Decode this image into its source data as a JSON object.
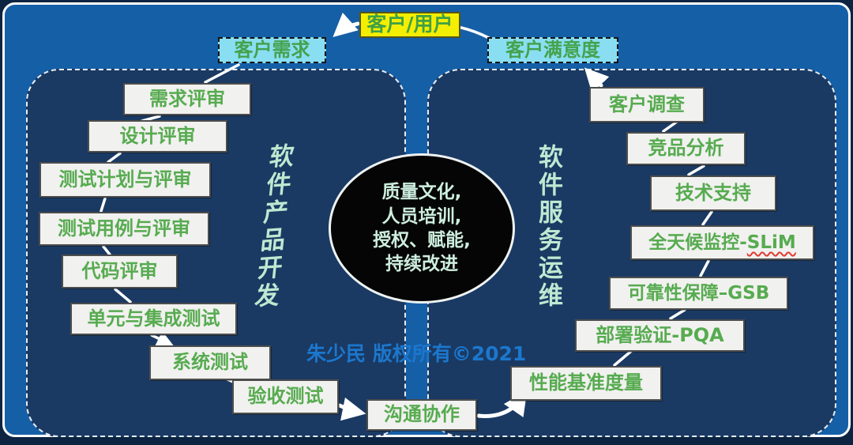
{
  "top": {
    "customer_user": "客户/用户",
    "customer_requirements": "客户需求",
    "customer_satisfaction": "客户满意度"
  },
  "left_region": {
    "vertical_label": "软件产品开发",
    "boxes": [
      "需求评审",
      "设计评审",
      "测试计划与评审",
      "测试用例与评审",
      "代码评审",
      "单元与集成测试",
      "系统测试",
      "验收测试"
    ]
  },
  "right_region": {
    "vertical_label": "软件服务运维",
    "boxes": [
      {
        "label": "客户调查"
      },
      {
        "label": "竞品分析"
      },
      {
        "label": "技术支持"
      },
      {
        "label": "全天候监控-",
        "term": "SLiM"
      },
      {
        "label": "可靠性保障–GSB"
      },
      {
        "label": "部署验证-PQA"
      },
      {
        "label": "性能基准度量"
      }
    ]
  },
  "center": {
    "lines": [
      "质量文化,",
      "人员培训,",
      "授权、赋能,",
      "持续改进"
    ]
  },
  "bottom_box": "沟通协作",
  "watermark": "朱少民 版权所有©2021",
  "colors": {
    "slide_blue": "#155fa7",
    "region_navy": "#1a3a63",
    "box_text_green": "#57ab50",
    "cyan_box": "#8adef2",
    "yellow_box": "#f4ee00",
    "mint_text": "#bfe8d2",
    "watermark_blue": "#1c77cd",
    "squiggle_red": "#e03a2f"
  }
}
